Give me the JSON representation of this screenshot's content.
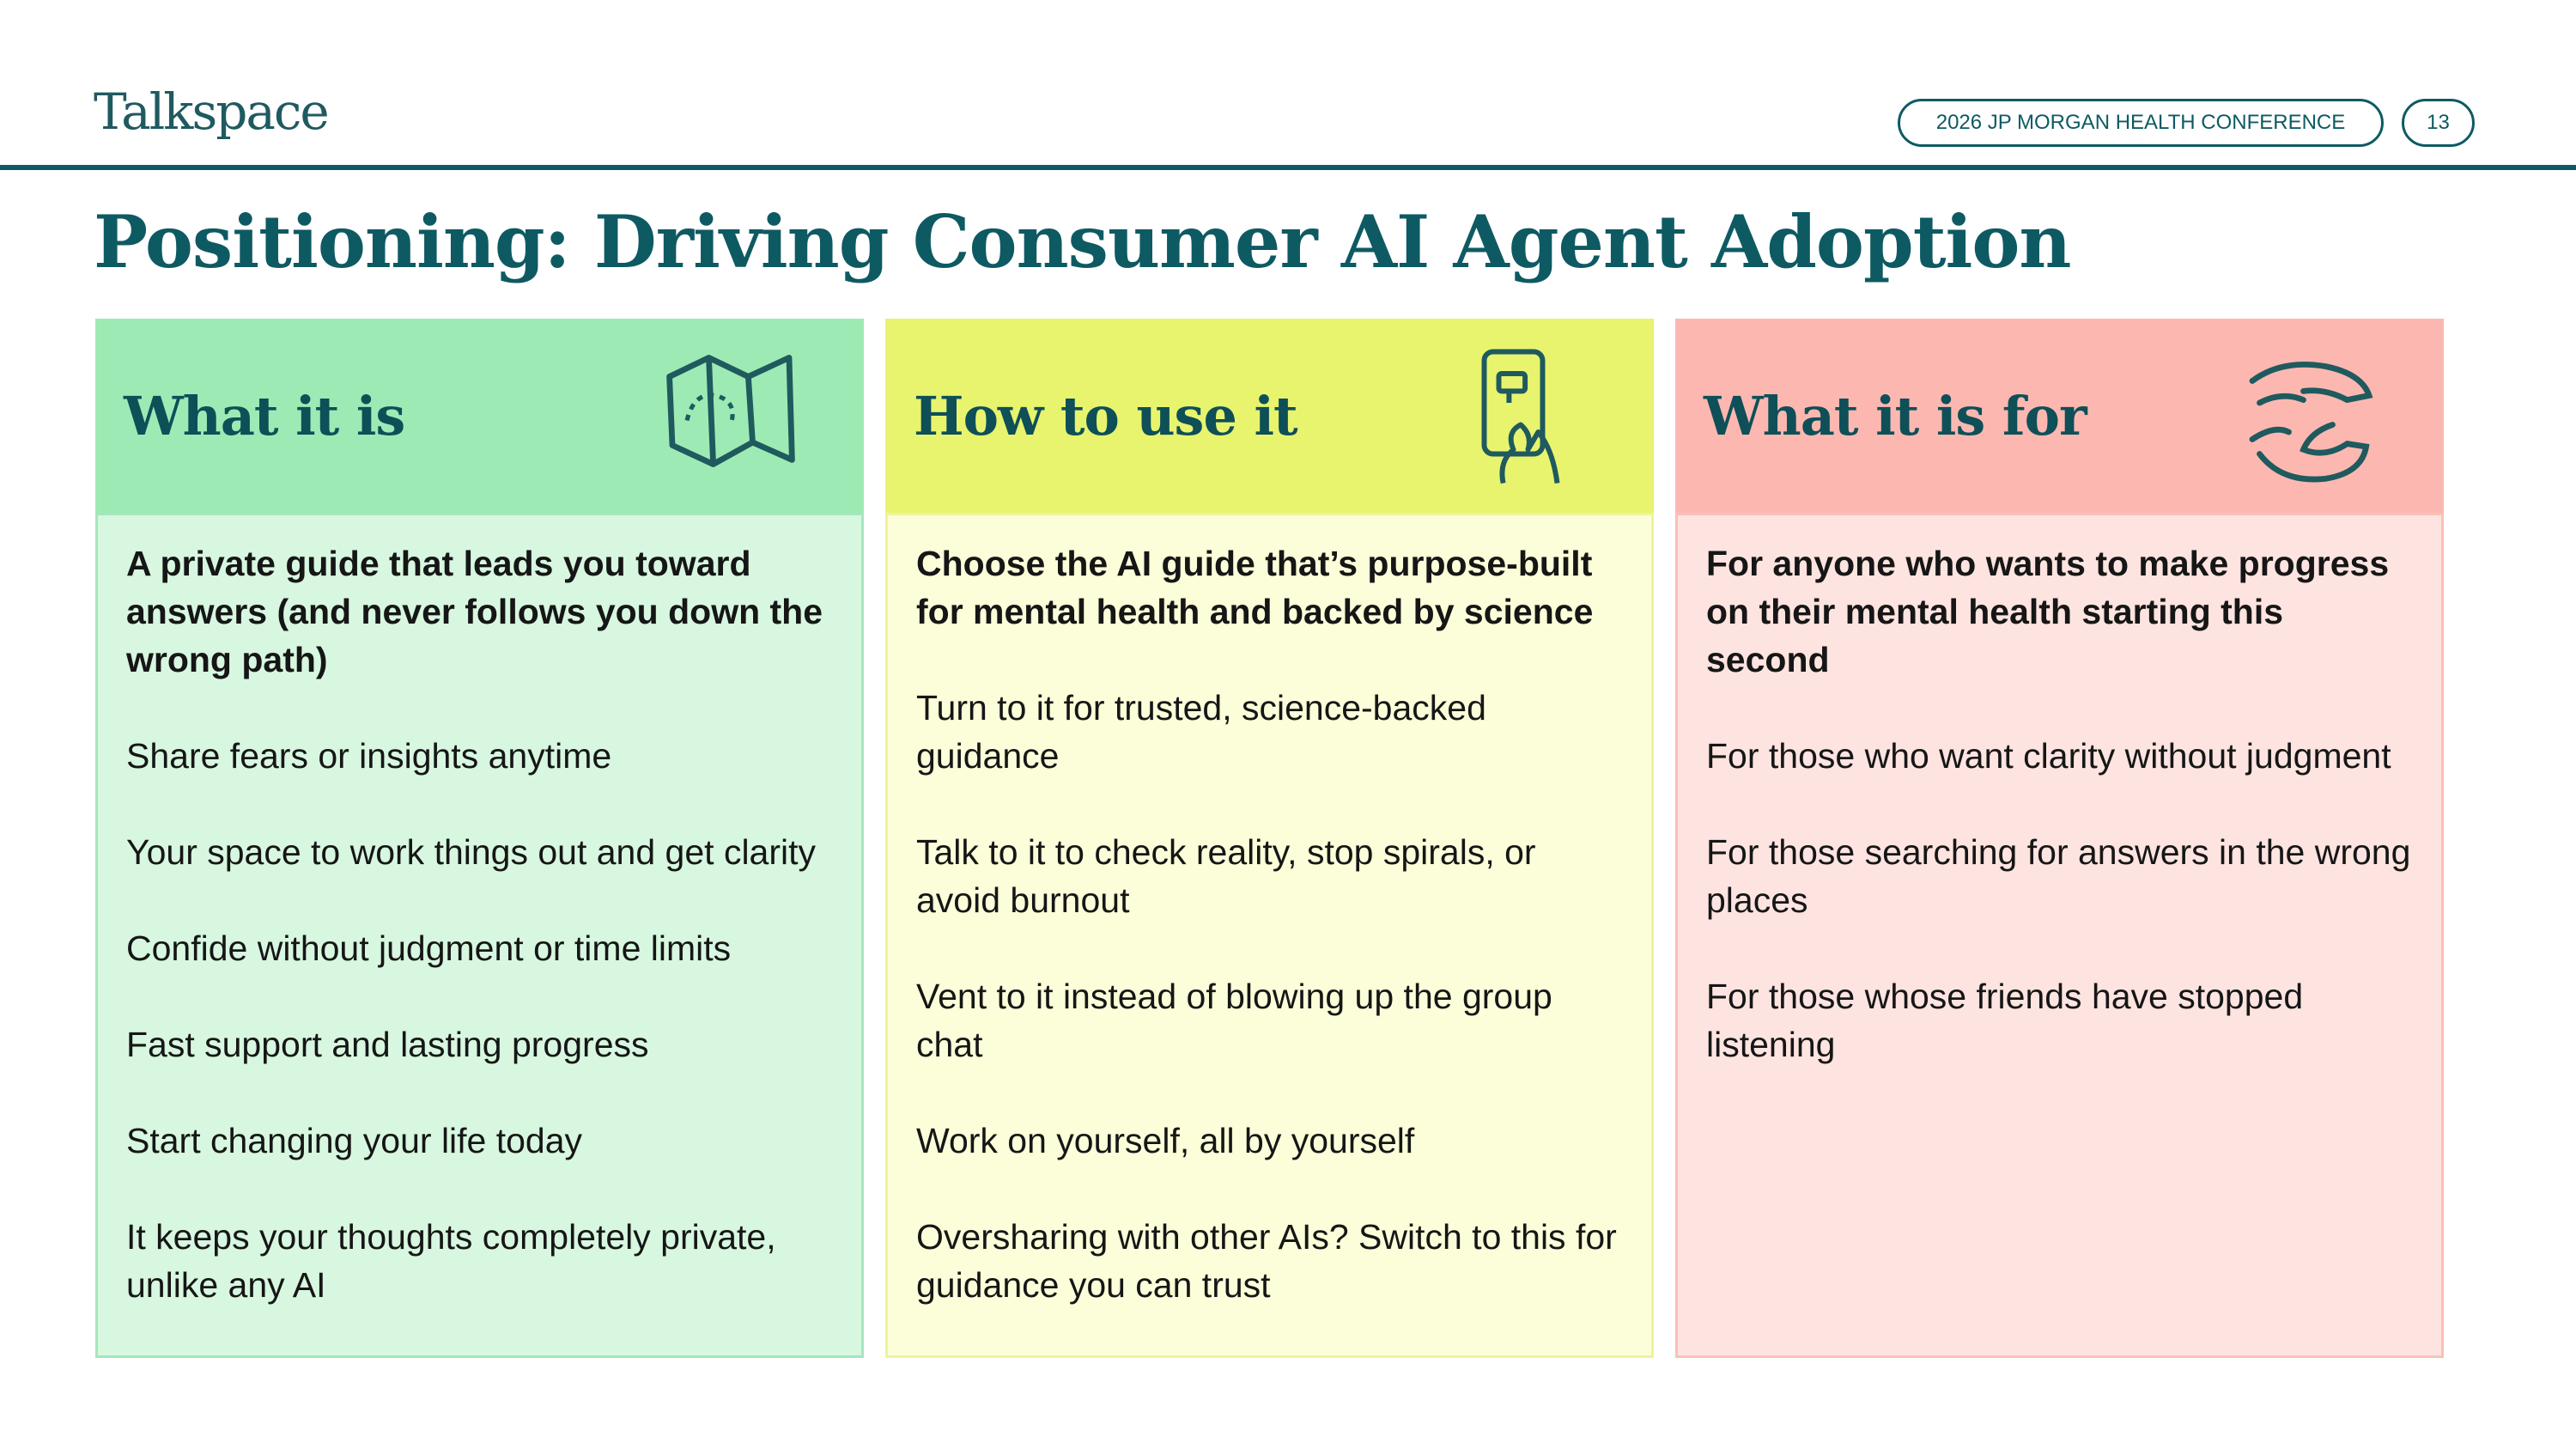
{
  "header": {
    "logo": "Talkspace",
    "conference": "2026 JP MORGAN HEALTH CONFERENCE",
    "page": "13"
  },
  "title": "Positioning: Driving Consumer AI Agent Adoption",
  "columns": [
    {
      "heading": "What it is",
      "icon": "map-icon",
      "color_head": "#9eeab4",
      "color_body": "#d7f7e0",
      "color_border": "#a6e6bc",
      "lead": "A private guide that leads you toward answers (and never follows you down the wrong path)",
      "items": [
        "Share fears or insights anytime",
        "Your space to work things out and get clarity",
        "Confide without judgment or time limits",
        "Fast support and lasting progress",
        "Start changing your life today",
        "It keeps your thoughts completely private, unlike any AI"
      ]
    },
    {
      "heading": "How to use it",
      "icon": "phone-hand-icon",
      "color_head": "#e8f46e",
      "color_body": "#fcfed9",
      "color_border": "#eef49a",
      "lead": "Choose the AI guide that’s purpose-built for mental health and backed by science",
      "items": [
        "Turn to it for trusted, science-backed guidance",
        "Talk to it to check reality, stop spirals, or avoid burnout",
        "Vent to it instead of blowing up the group chat",
        "Work on yourself, all by yourself",
        "Oversharing with other AIs? Switch to this for guidance you can trust"
      ]
    },
    {
      "heading": "What it is for",
      "icon": "caring-hands-icon",
      "color_head": "#fcb8b0",
      "color_body": "#fde4e0",
      "color_border": "#f9c0b8",
      "lead": "For anyone who wants to make progress on their mental health starting this second",
      "items": [
        "For those who want clarity without judgment",
        "For those searching for answers in the wrong places",
        "For those whose friends have stopped listening"
      ]
    }
  ]
}
